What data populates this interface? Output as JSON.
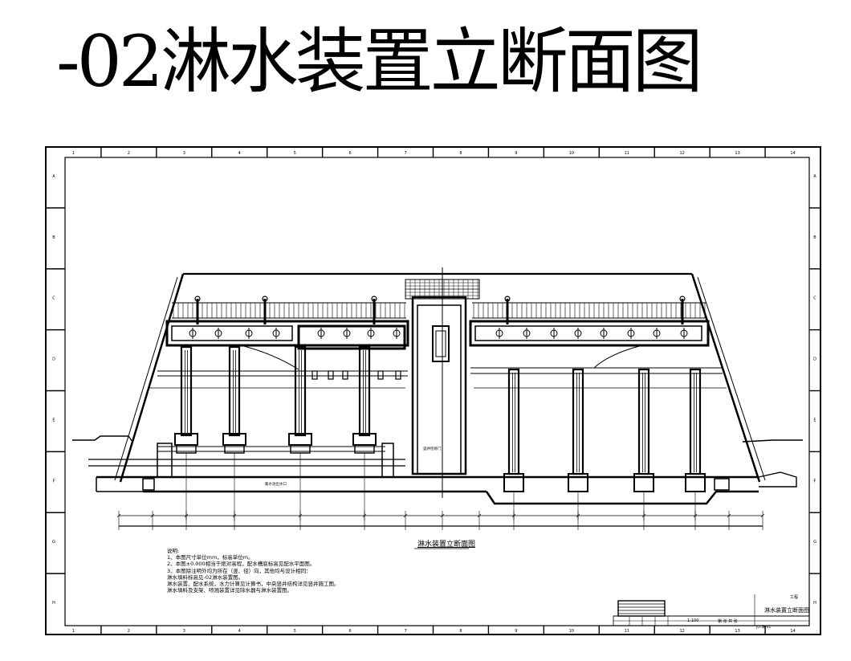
{
  "page_title": "-02淋水装置立断面图",
  "drawing": {
    "caption": "淋水装置立断面图",
    "section_label": "竖井检修门",
    "basin_label": "集水池出水口"
  },
  "notes": {
    "heading": "说明:",
    "lines": [
      "1、本图尺寸单位mm，标高单位m。",
      "2、本图±0.000相当于绝对高程，配水槽底标高见配水平面图。",
      "3、本图除注明外均为所在（竖、径）向，其他均与设计相同：",
      "   淋水填料标高见-02淋水装置图。",
      "   淋水装置、配水系统，水力计算见计算书，中央竖井结构详见竖井施工图。",
      "   淋水填料及支架、喷溅装置详见除水器与淋水装置图。"
    ]
  },
  "title_block": {
    "unit": "工程",
    "title": "淋水装置立断面图",
    "scale": "1:100",
    "sheet": "第 张 共 张",
    "code": "JG-淋-01"
  },
  "grid": {
    "columns": [
      "1",
      "2",
      "3",
      "4",
      "5",
      "6",
      "7",
      "8",
      "9",
      "10",
      "11",
      "12",
      "13",
      "14"
    ],
    "rows": [
      "A",
      "B",
      "C",
      "D",
      "E",
      "F",
      "G",
      "H"
    ]
  }
}
